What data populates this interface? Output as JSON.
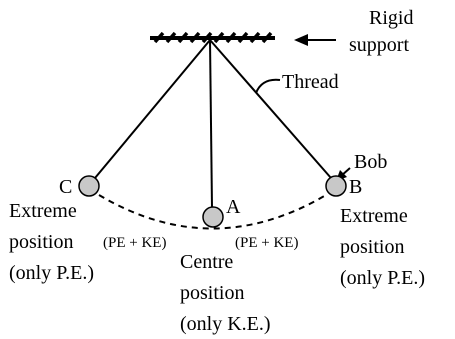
{
  "labels": {
    "rigid_support_line1": "Rigid",
    "rigid_support_line2": "support",
    "thread": "Thread",
    "bob": "Bob",
    "point_c": "C",
    "point_a": "A",
    "point_b": "B",
    "extreme_left_line1": "Extreme",
    "extreme_left_line2": "position",
    "extreme_left_line3": "(only P.E.)",
    "extreme_right_line1": "Extreme",
    "extreme_right_line2": "position",
    "extreme_right_line3": "(only P.E.)",
    "centre_line1": "Centre",
    "centre_line2": "position",
    "centre_line3": "(only K.E.)",
    "energy_left": "(PE + KE)",
    "energy_right": "(PE + KE)"
  },
  "colors": {
    "bob_fill": "#c8c8c8",
    "stroke": "#000000"
  }
}
